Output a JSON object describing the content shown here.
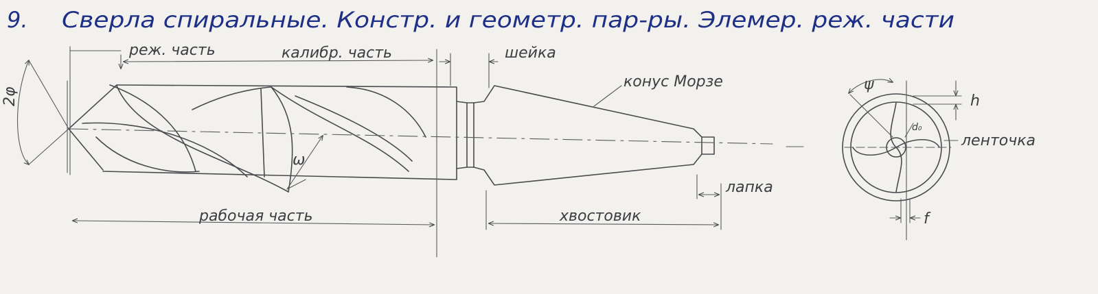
{
  "title": {
    "number": "9.",
    "text": "Сверла спиральные. Констр. и геометр. пар-ры. Элемер. реж. части"
  },
  "drill_labels": {
    "cutting_part": "реж. часть",
    "calibrating_part": "калибр. часть",
    "neck": "шейка",
    "morse_taper": "конус Морзе",
    "tang": "лапка",
    "working_part": "рабочая часть",
    "shank": "хвостовик",
    "point_angle": "2φ",
    "helix_angle": "ω"
  },
  "cross_section_labels": {
    "psi": "ψ",
    "h": "h",
    "d0": "d₀",
    "land": "ленточка",
    "f": "f"
  },
  "colors": {
    "paper": "#f2f1ee",
    "pen_ink": "#1e2f86",
    "pencil": "#4a4a4e"
  }
}
